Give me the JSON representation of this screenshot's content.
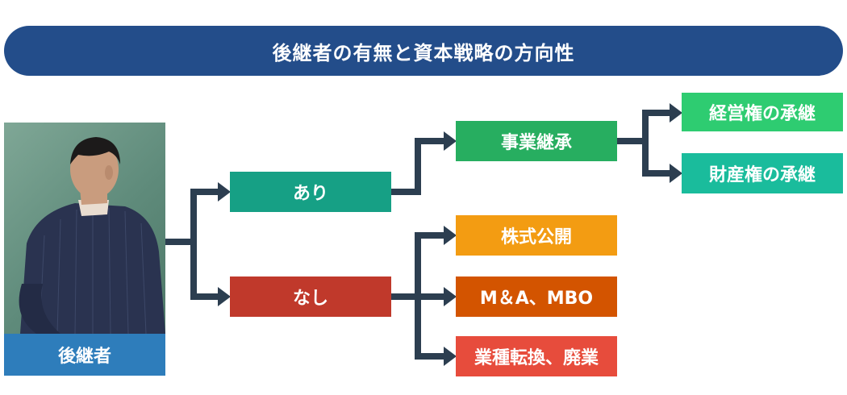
{
  "title": "後継者の有無と資本戦略の方向性",
  "subject": {
    "label": "後継者"
  },
  "branches": {
    "yes": "あり",
    "no": "なし"
  },
  "yes_path": {
    "node": "事業継承",
    "children": [
      "経営権の承継",
      "財産権の承継"
    ]
  },
  "no_path": {
    "children": [
      "株式公開",
      "M＆A、MBO",
      "業種転換、廃業"
    ]
  },
  "colors": {
    "title_bar": "#234d8a",
    "caption": "#2e7dbb",
    "yes": "#16a085",
    "no": "#c0392b",
    "succession": "#27ae60",
    "management_rights": "#2ecc71",
    "property_rights": "#1abc9c",
    "ipo": "#f39c12",
    "ma_mbo": "#d35400",
    "conversion": "#e74c3c",
    "connector": "#2c3e50"
  }
}
